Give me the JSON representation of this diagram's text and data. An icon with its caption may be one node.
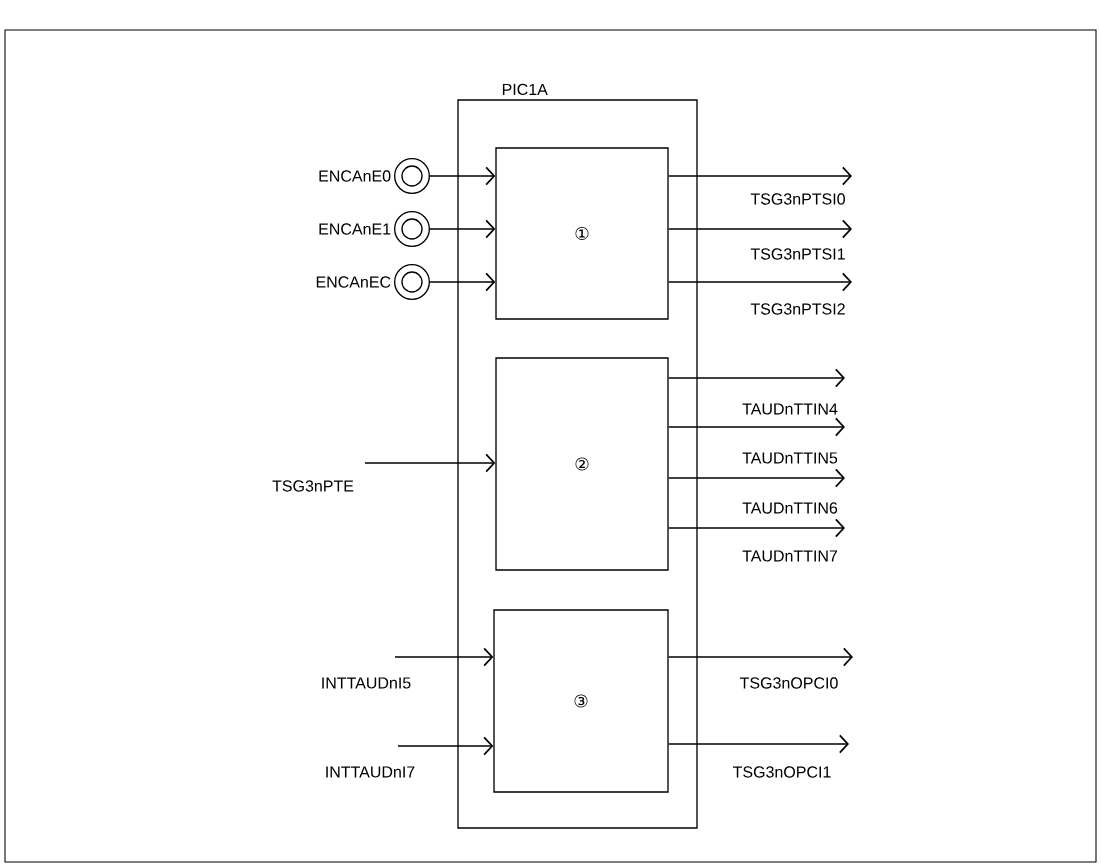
{
  "diagram": {
    "nodes": [
      {
        "text": [
          "PIC1A"
        ]
      },
      {
        "text": [
          "①"
        ],
        "in": 0
      },
      {
        "text": [
          "②"
        ],
        "in": 0
      },
      {
        "text": [
          "③"
        ],
        "in": 0
      },
      {
        "text": [],
        "shape": "circle",
        "beside": [
          "ENCAnE0"
        ]
      },
      {
        "text": [],
        "shape": "circle",
        "beside": [
          "ENCAnE1"
        ]
      },
      {
        "text": [],
        "shape": "circle",
        "beside": [
          "ENCAnEC"
        ]
      }
    ],
    "edges": [
      {
        "from": 4,
        "to": 1,
        "arrow": "to"
      },
      {
        "from": 5,
        "to": 1,
        "arrow": "to"
      },
      {
        "from": 6,
        "to": 1,
        "arrow": "to"
      },
      {
        "from": 1,
        "to": null,
        "arrow": "to",
        "label": "TSG3nPTSI0"
      },
      {
        "from": 1,
        "to": null,
        "arrow": "to",
        "label": "TSG3nPTSI1"
      },
      {
        "from": 1,
        "to": null,
        "arrow": "to",
        "label": "TSG3nPTSI2"
      },
      {
        "from": 2,
        "to": null,
        "arrow": "to",
        "label": "TAUDnTTIN4"
      },
      {
        "from": 2,
        "to": null,
        "arrow": "to",
        "label": "TAUDnTTIN5"
      },
      {
        "from": 2,
        "to": null,
        "arrow": "to",
        "label": "TAUDnTTIN6"
      },
      {
        "from": 2,
        "to": null,
        "arrow": "to",
        "label": "TAUDnTTIN7"
      },
      {
        "from": null,
        "to": 2,
        "arrow": "to",
        "label": "TSG3nPTE"
      },
      {
        "from": null,
        "to": 3,
        "arrow": "to",
        "label": "INTTAUDnI5"
      },
      {
        "from": null,
        "to": 3,
        "arrow": "to",
        "label": "INTTAUDnI7"
      },
      {
        "from": 3,
        "to": null,
        "arrow": "to",
        "label": "TSG3nOPCI0"
      },
      {
        "from": 3,
        "to": null,
        "arrow": "to",
        "label": "TSG3nOPCI1"
      }
    ]
  }
}
